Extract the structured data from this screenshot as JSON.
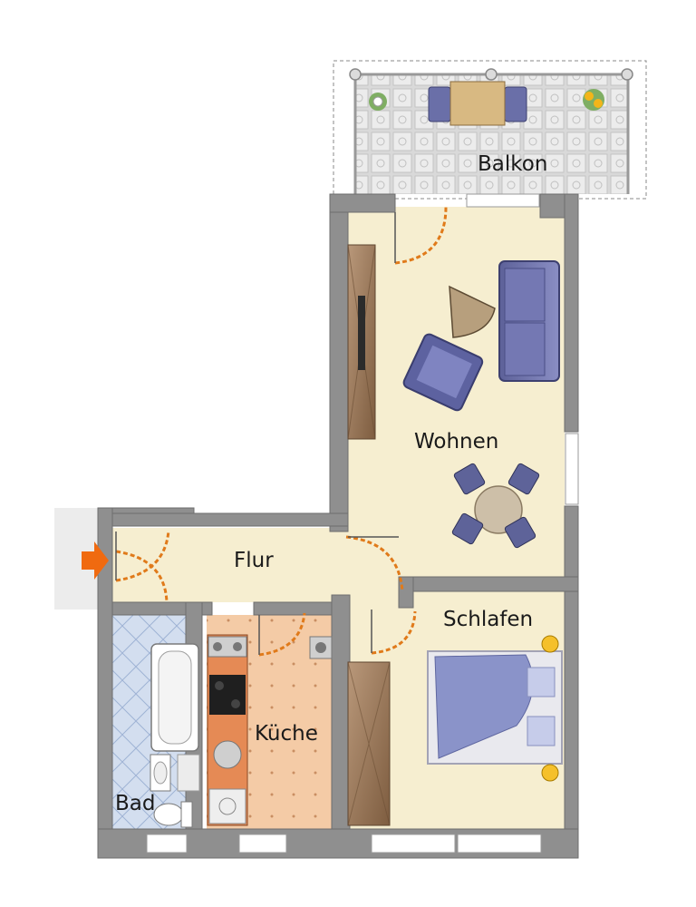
{
  "rooms": {
    "balkon": "Balkon",
    "wohnen": "Wohnen",
    "flur": "Flur",
    "schlafen": "Schlafen",
    "kueche": "Küche",
    "bad": "Bad"
  },
  "colors": {
    "wall": "#8f8f8f",
    "wall_edge": "#6e6e6e",
    "floor_living": "#f6eed0",
    "floor_bath": "#cfdcef",
    "floor_kitchen": "#f3c9a4",
    "balcony_tile": "#dcdcdc",
    "door_arc": "#e07a1a",
    "entrance_arrow": "#f06a10",
    "sofa": "#6a6fa8",
    "bed": "#8a93c9",
    "wood": "#9c7a55",
    "counter": "#e58a55"
  }
}
